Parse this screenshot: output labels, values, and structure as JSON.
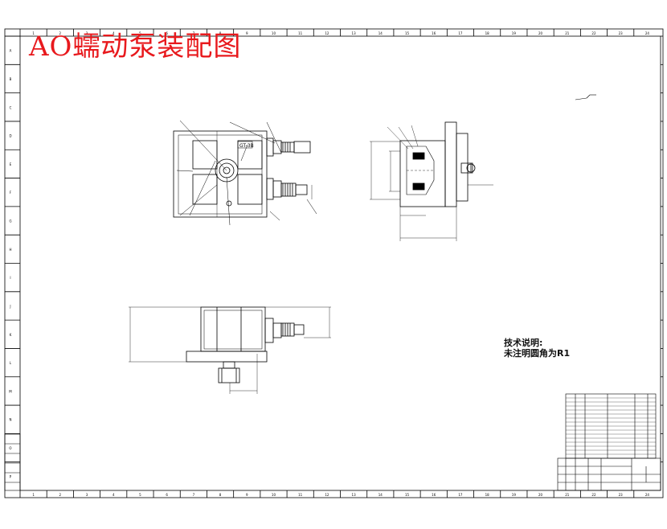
{
  "drawing": {
    "title": "AO蠕动泵装配图",
    "tech_notes_title": "技术说明:",
    "tech_notes_line": "未注明圆角为R1"
  },
  "colors": {
    "title": "#e8191d",
    "line": "#000000",
    "background": "#ffffff"
  },
  "border": {
    "col_labels": [
      "1",
      "2",
      "3",
      "4",
      "5",
      "6",
      "7",
      "8",
      "9",
      "10",
      "11",
      "12",
      "13",
      "14",
      "15",
      "16",
      "17",
      "18",
      "19",
      "20",
      "21",
      "22",
      "23",
      "24"
    ],
    "row_labels": [
      "A",
      "B",
      "C",
      "D",
      "E",
      "F",
      "G",
      "H",
      "I",
      "J",
      "K",
      "L",
      "M",
      "N",
      "O",
      "P"
    ]
  },
  "views": {
    "top_view_label": "GT-3B"
  }
}
